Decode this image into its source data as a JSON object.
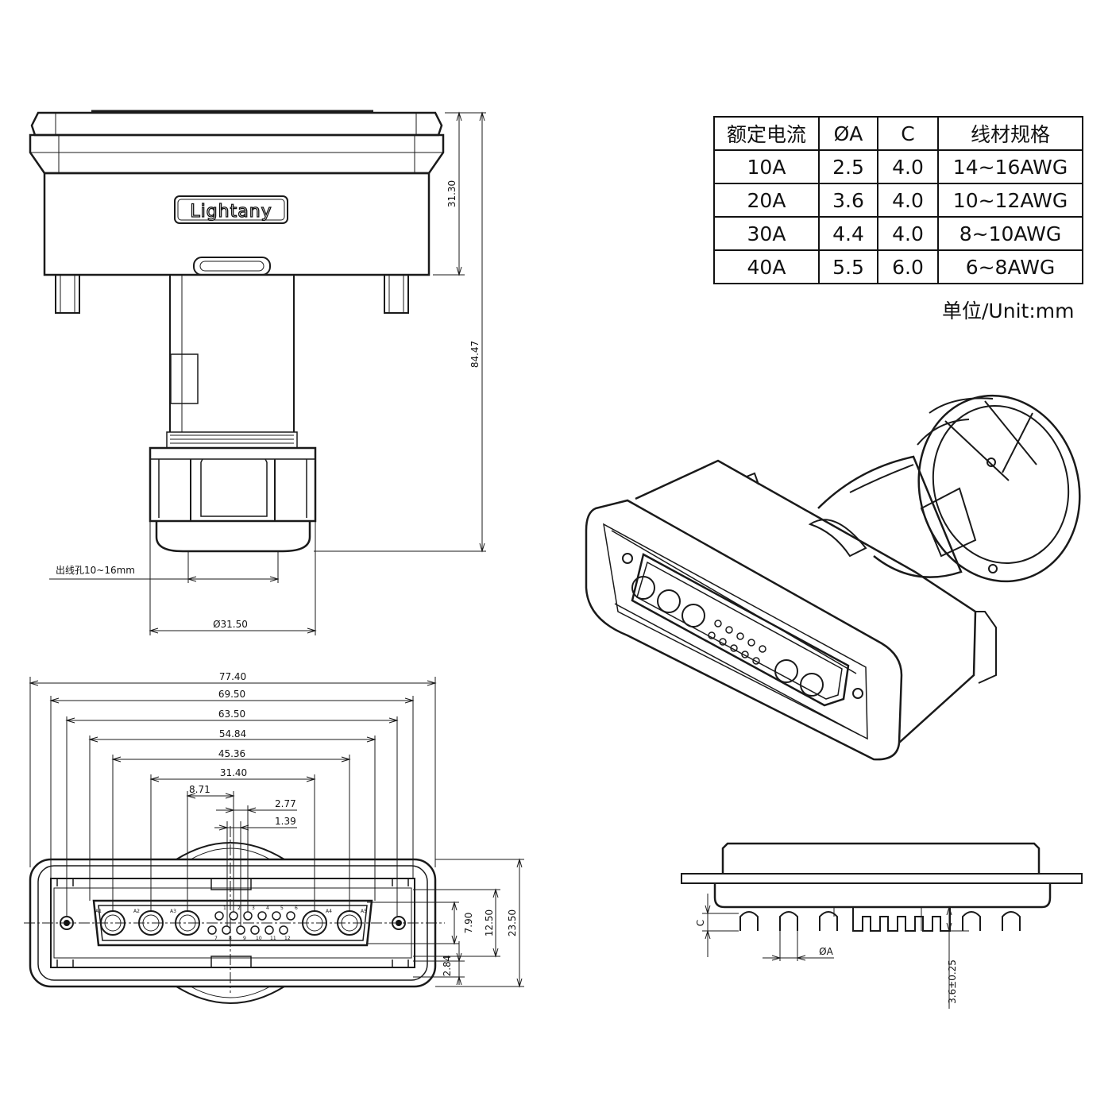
{
  "table": {
    "headers": [
      "额定电流",
      "ØA",
      "C",
      "线材规格"
    ],
    "rows": [
      [
        "10A",
        "2.5",
        "4.0",
        "14~16AWG"
      ],
      [
        "20A",
        "3.6",
        "4.0",
        "10~12AWG"
      ],
      [
        "30A",
        "4.4",
        "4.0",
        "8~10AWG"
      ],
      [
        "40A",
        "5.5",
        "6.0",
        "6~8AWG"
      ]
    ],
    "unit": "单位/Unit:mm"
  },
  "brand": "Lightany",
  "top_view": {
    "dim_height_body": "31.30",
    "dim_height_total": "84.47",
    "cable_hole": "出线孔10~16mm",
    "dim_diameter": "Ø31.50"
  },
  "front_view": {
    "widths": [
      "77.40",
      "69.50",
      "63.50",
      "54.84",
      "45.36",
      "31.40",
      "8.71",
      "2.77",
      "1.39"
    ],
    "heights": [
      "7.90",
      "12.50",
      "23.50"
    ],
    "bottom_offset": "2.84",
    "pin_labels_top": [
      "A1",
      "A2",
      "A3",
      "1",
      "2",
      "3",
      "4",
      "5",
      "6",
      "A4",
      "A5"
    ],
    "pin_labels_bottom": [
      "7",
      "8",
      "9",
      "10",
      "11",
      "12"
    ]
  },
  "side_view": {
    "dim_c": "C",
    "dim_a": "ØA",
    "dim_pin": "3.6±0.25"
  }
}
